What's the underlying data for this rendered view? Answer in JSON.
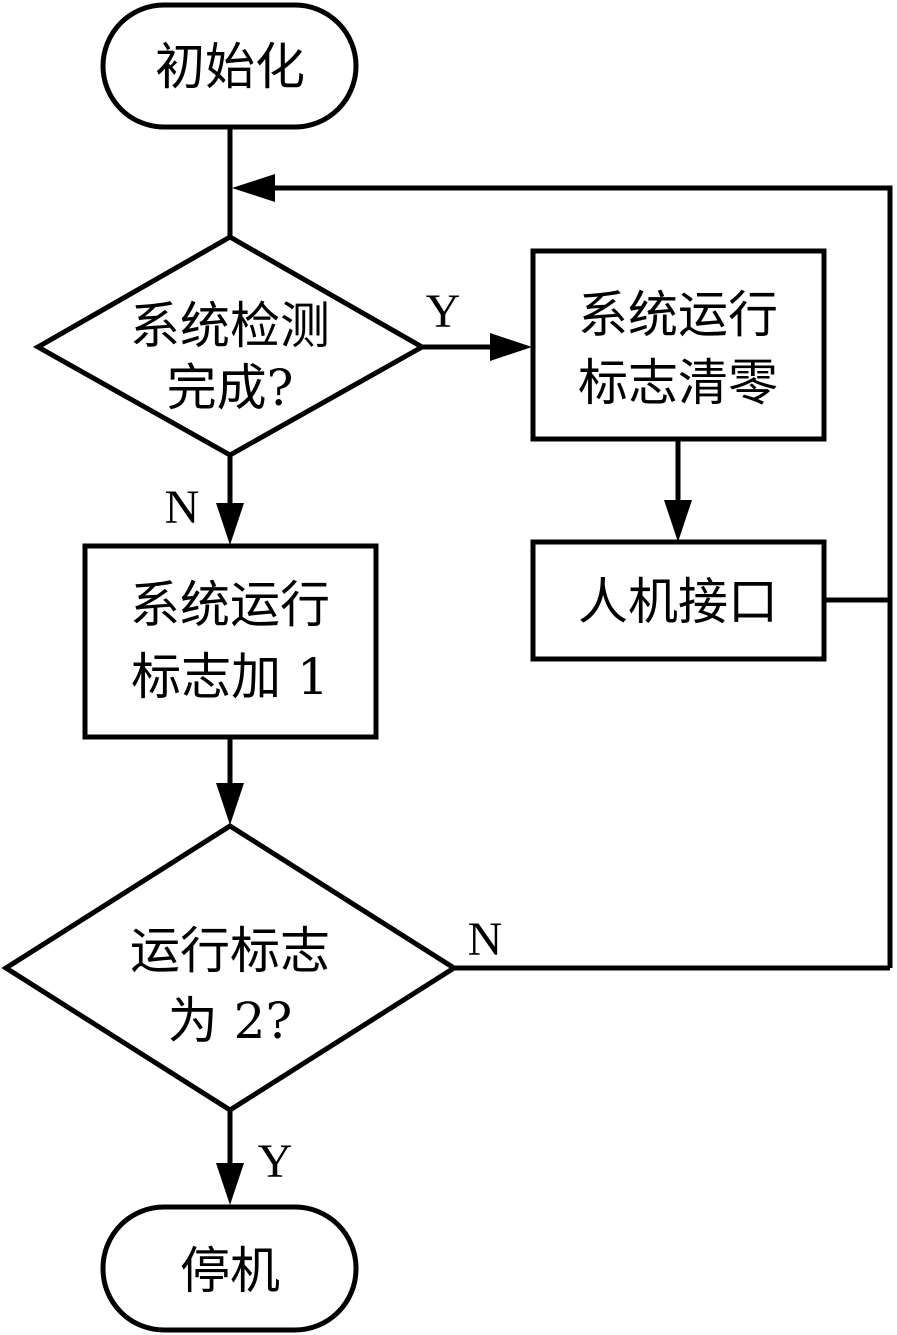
{
  "flowchart": {
    "init": "初始化",
    "decision1": {
      "line1": "系统检测",
      "line2": "完成?"
    },
    "reset_box": {
      "line1": "系统运行",
      "line2": "标志清零"
    },
    "hmi": "人机接口",
    "increment_box": {
      "line1": "系统运行",
      "line2": "标志加 1"
    },
    "decision2": {
      "line1": "运行标志",
      "line2": "为 2?"
    },
    "stop": "停机",
    "edge_labels": {
      "d1_yes": "Y",
      "d1_no": "N",
      "d2_no": "N",
      "d2_yes": "Y"
    }
  }
}
